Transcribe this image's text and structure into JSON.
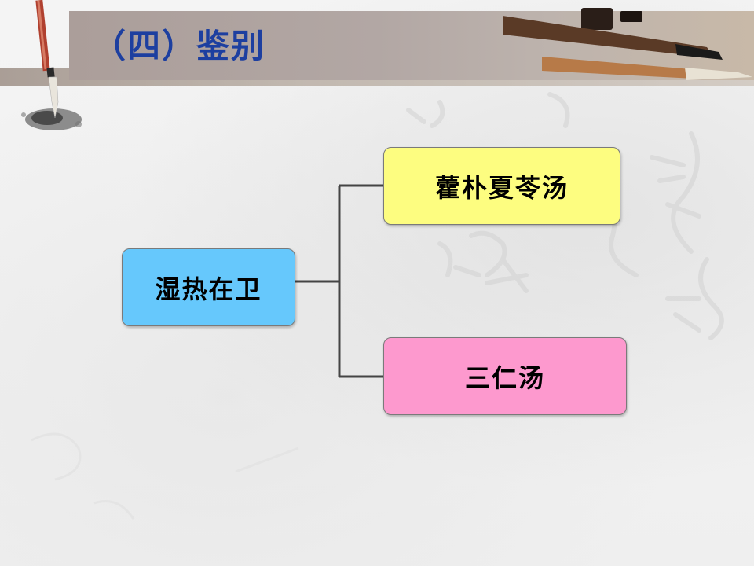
{
  "title": "（四）鉴别",
  "diagram": {
    "root": "湿热在卫",
    "branches": [
      "藿朴夏苓汤",
      "三仁汤"
    ]
  },
  "colors": {
    "title_text": "#1d3fa0",
    "root_fill": "#66c8fc",
    "branch_1_fill": "#fdfd80",
    "branch_2_fill": "#fd99ce",
    "connector": "#444444"
  },
  "icons": [
    "ink-brush-icon",
    "calligraphy-brushes-icon"
  ]
}
